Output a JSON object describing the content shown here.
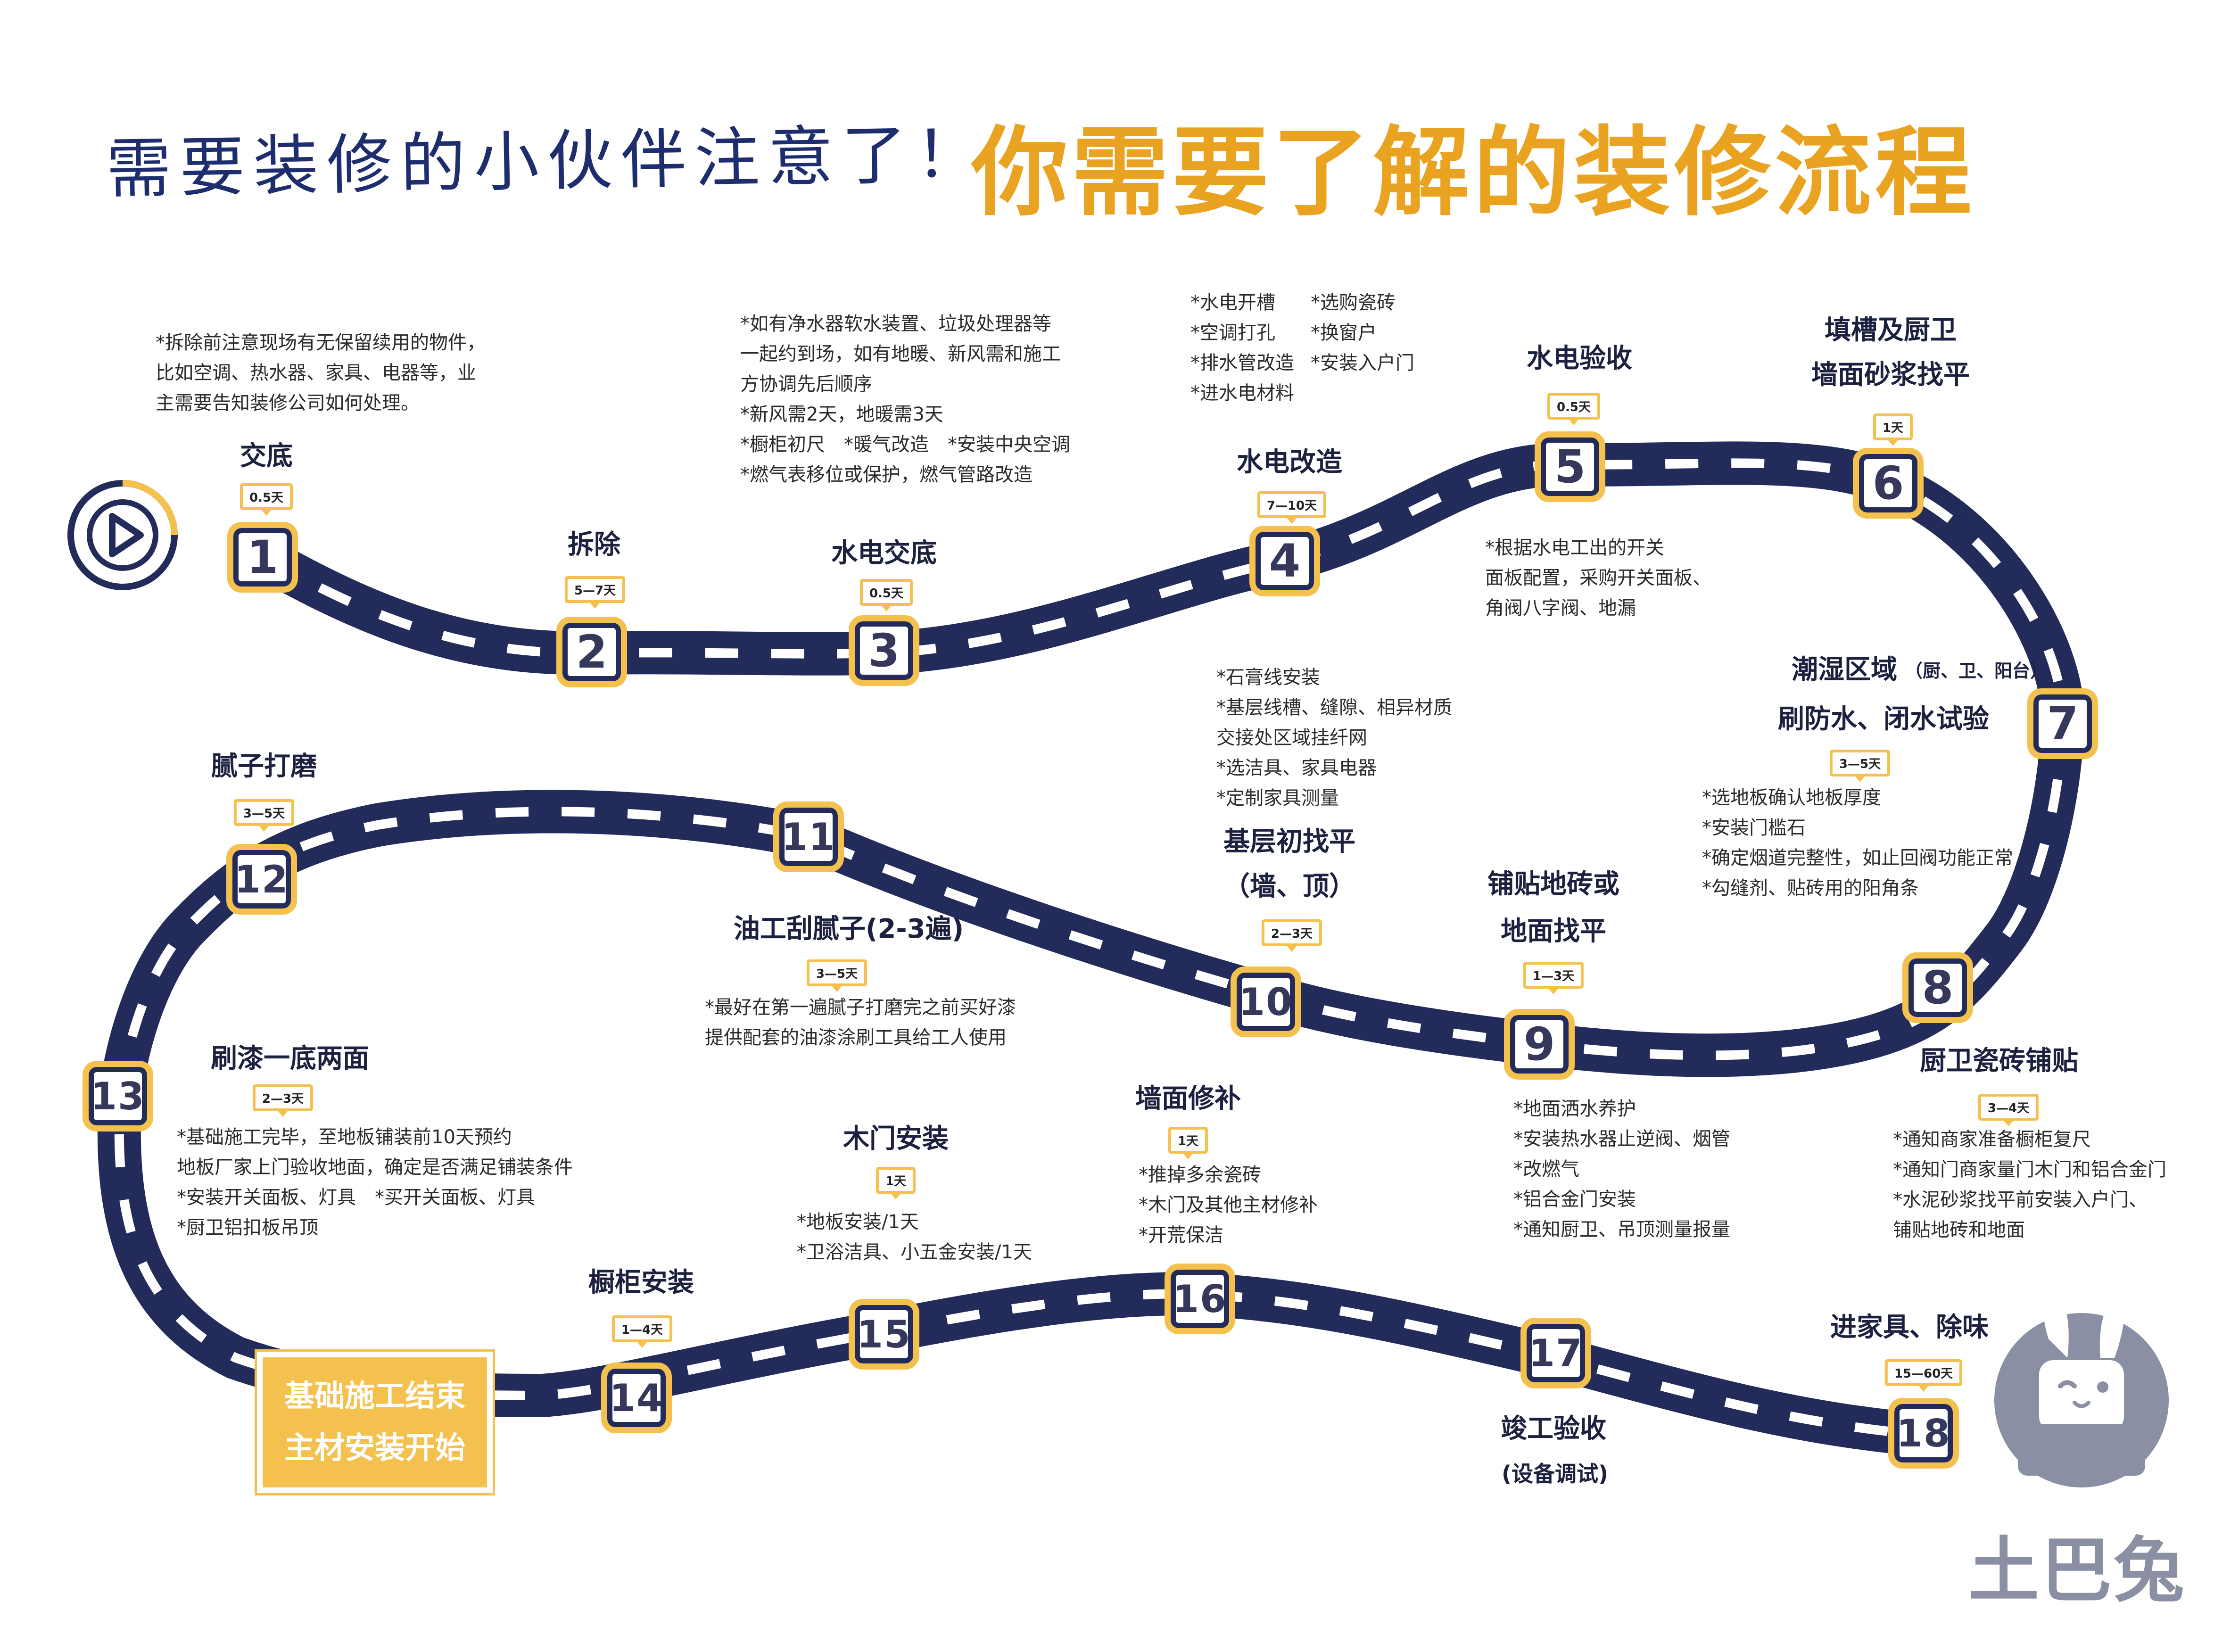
{
  "header": {
    "left_text": "需要装修的小伙伴注意了！",
    "right_text": "你需要了解的装修流程"
  },
  "colors": {
    "track": "#222b59",
    "accent": "#f4c14f",
    "title_orange": "#eaa321",
    "rabbit_gray": "#8a8fa3"
  },
  "icons": [
    "play-icon",
    "rabbit-logo-icon"
  ],
  "steps": [
    {
      "number": "1",
      "title": "交底",
      "duration": "0.5天"
    },
    {
      "number": "2",
      "title": "拆除",
      "duration": "5—7天"
    },
    {
      "number": "3",
      "title": "水电交底",
      "duration": "0.5天"
    },
    {
      "number": "4",
      "title": "水电改造",
      "duration": "7—10天"
    },
    {
      "number": "5",
      "title": "水电验收",
      "duration": "0.5天"
    },
    {
      "number": "6",
      "title_lines": [
        "填槽及厨卫",
        "墙面砂浆找平"
      ],
      "duration": "1天"
    },
    {
      "number": "7",
      "title_lines": [
        "潮湿区域",
        "刷防水、闭水试验"
      ],
      "title_sub": "（厨、卫、阳台）",
      "duration": "3—5天"
    },
    {
      "number": "8",
      "title": "厨卫瓷砖铺贴",
      "duration": "3—4天"
    },
    {
      "number": "9",
      "title_lines": [
        "铺贴地砖或",
        "地面找平"
      ],
      "duration": "1—3天"
    },
    {
      "number": "10",
      "title_lines": [
        "基层初找平",
        "（墙、顶）"
      ],
      "duration": "2—3天"
    },
    {
      "number": "11",
      "title": "油工刮腻子(2-3遍)",
      "duration": "3—5天"
    },
    {
      "number": "12",
      "title": "腻子打磨",
      "duration": "3—5天"
    },
    {
      "number": "13",
      "title": "刷漆一底两面",
      "duration": "2—3天"
    },
    {
      "number": "14",
      "title": "橱柜安装",
      "duration": "1—4天"
    },
    {
      "number": "15",
      "title": "木门安装",
      "duration": "1天"
    },
    {
      "number": "16",
      "title": "墙面修补",
      "duration": "1天"
    },
    {
      "number": "17",
      "title": "竣工验收",
      "title_sub": "(设备调试)"
    },
    {
      "number": "18",
      "title": "进家具、除味",
      "duration": "15—60天"
    }
  ],
  "notes": {
    "step1": [
      "*拆除前注意现场有无保留续用的物件，",
      "比如空调、热水器、家具、电器等，业",
      "主需要告知装修公司如何处理。"
    ],
    "step3": [
      "*如有净水器软水装置、垃圾处理器等",
      "一起约到场，如有地暖、新风需和施工",
      "方协调先后顺序",
      "*新风需2天，地暖需3天",
      "*橱柜初尺　*暖气改造　*安装中央空调",
      "*燃气表移位或保护，燃气管路改造"
    ],
    "step4_col1": [
      "*水电开槽",
      "*空调打孔",
      "*排水管改造",
      "*进水电材料"
    ],
    "step4_col2": [
      "*选购瓷砖",
      "*换窗户",
      "*安装入户门"
    ],
    "step5": [
      "*根据水电工出的开关",
      "面板配置，采购开关面板、",
      "角阀八字阀、地漏"
    ],
    "step7": [
      "*选地板确认地板厚度",
      "*安装门槛石",
      "*确定烟道完整性，如止回阀功能正常",
      "*勾缝剂、贴砖用的阳角条"
    ],
    "step8": [
      "*通知商家准备橱柜复尺",
      "*通知门商家量门木门和铝合金门",
      "*水泥砂浆找平前安装入户门、",
      "铺贴地砖和地面"
    ],
    "step9": [
      "*地面洒水养护",
      "*安装热水器止逆阀、烟管",
      "*改燃气",
      "*铝合金门安装",
      "*通知厨卫、吊顶测量报量"
    ],
    "step10": [
      "*石膏线安装",
      "*基层线槽、缝隙、相异材质",
      "交接处区域挂纤网",
      "*选洁具、家具电器",
      "*定制家具测量"
    ],
    "step11": [
      "*最好在第一遍腻子打磨完之前买好漆",
      "提供配套的油漆涂刷工具给工人使用"
    ],
    "step13": [
      "*基础施工完毕，至地板铺装前10天预约",
      "地板厂家上门验收地面，确定是否满足铺装条件",
      "*安装开关面板、灯具　*买开关面板、灯具",
      "*厨卫铝扣板吊顶"
    ],
    "step15": [
      "*地板安装/1天",
      "*卫浴洁具、小五金安装/1天"
    ],
    "step16": [
      "*推掉多余瓷砖",
      "*木门及其他主材修补",
      "*开荒保洁"
    ]
  },
  "milestone": {
    "line1": "基础施工结束",
    "line2": "主材安装开始"
  },
  "brand": {
    "name": "土巴兔"
  }
}
